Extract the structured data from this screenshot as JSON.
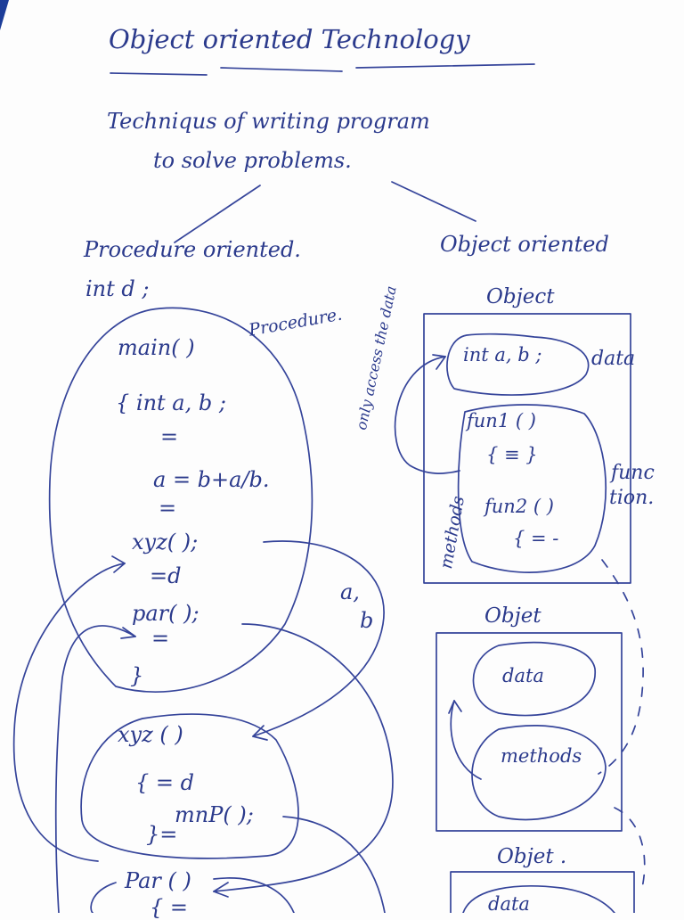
{
  "title": "Object oriented Technology",
  "description": {
    "line1": "Techniqus of writing program",
    "line2": "to solve problems."
  },
  "procedure_branch": {
    "heading": "Procedure oriented.",
    "global_decl": "int d ;",
    "procedure_label": "Procedure.",
    "main_block": [
      "main( )",
      "{  int a, b ;",
      "=",
      "a = b+a/b.",
      "=",
      "xyz( );",
      "=d",
      "par( );",
      "=",
      "}"
    ],
    "arrow_label_a": "a,",
    "arrow_label_b": "b",
    "xyz_block": [
      "xyz  ( )",
      "{ = d",
      "mnP( );",
      "}="
    ],
    "par_block": [
      "Par ( )",
      "{ ="
    ]
  },
  "object_branch": {
    "heading": "Object oriented",
    "side_note": "only access the data",
    "object1": {
      "label": "Object",
      "data_text": "int a, b ;",
      "data_side": "data",
      "fun1": "fun1 ( )",
      "fun1_body": "{ ≡ }",
      "fun2": "fun2 ( )",
      "fun2_body": "{ = -",
      "methods_label": "methods",
      "function_side_1": "func",
      "function_side_2": "tion."
    },
    "object2": {
      "label": "Objet",
      "data_text": "data",
      "methods_text": "methods"
    },
    "object3": {
      "label": "Objet .",
      "data_text": "data"
    }
  },
  "colors": {
    "ink": "#2b3a8c",
    "paper": "#fdfdfd",
    "corner": "#1c3d99"
  }
}
